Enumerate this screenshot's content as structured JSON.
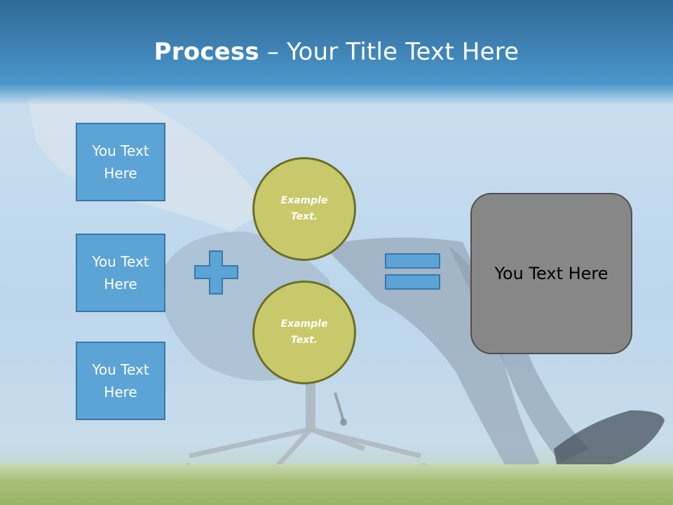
{
  "slide": {
    "title_bold": "Process",
    "title_rest": "– Your Title Text Here"
  },
  "inputs": [
    {
      "label": "You Text Here",
      "line1": "You Text",
      "line2": "Here"
    },
    {
      "label": "You Text Here",
      "line1": "You Text",
      "line2": "Here"
    },
    {
      "label": "You Text Here",
      "line1": "You Text",
      "line2": "Here"
    }
  ],
  "circles": [
    {
      "line1": "Example",
      "line2": "Text."
    },
    {
      "line1": "Example",
      "line2": "Text."
    }
  ],
  "result": {
    "label": "You Text Here"
  },
  "icons": {
    "plus": "plus-icon",
    "equals": "equals-icon"
  },
  "colors": {
    "header": "#3d7fb0",
    "box_fill": "#5ca3d6",
    "circle_fill": "#c8c96a",
    "result_fill": "#878787"
  }
}
